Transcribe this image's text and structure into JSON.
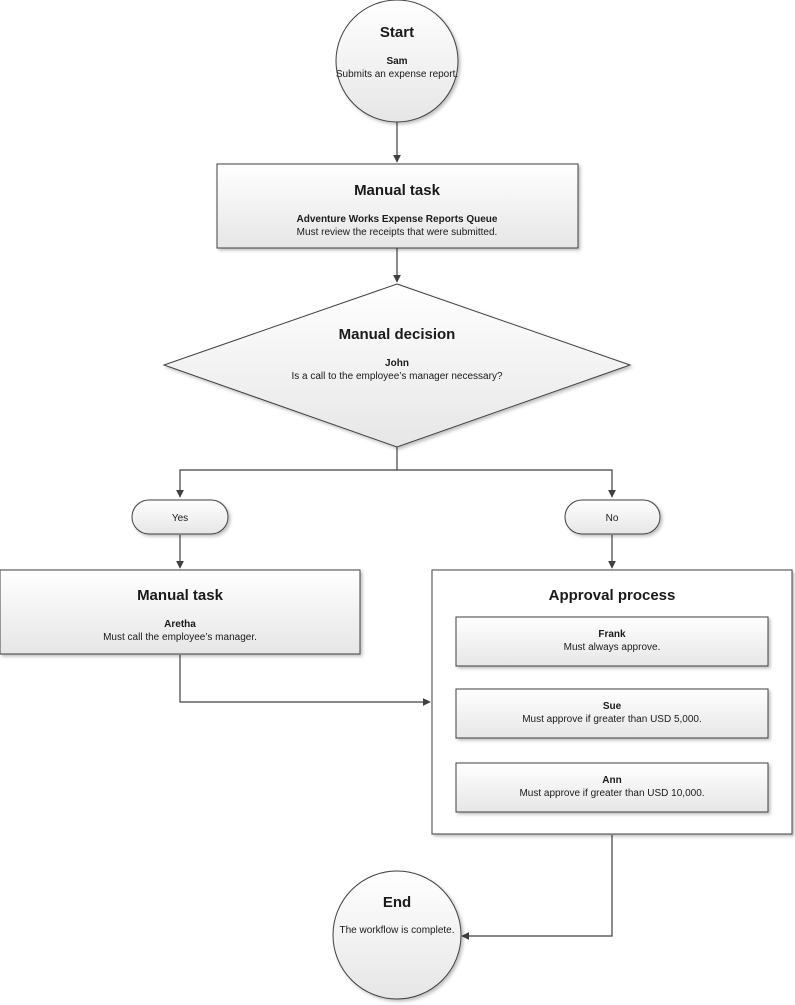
{
  "start": {
    "title": "Start",
    "who": "Sam",
    "desc": "Submits an expense report."
  },
  "task1": {
    "title": "Manual task",
    "who": "Adventure Works Expense Reports Queue",
    "desc": "Must review the receipts that were submitted."
  },
  "decision": {
    "title": "Manual decision",
    "who": "John",
    "desc": "Is a call to the employee’s manager necessary?"
  },
  "branch_yes": {
    "label": "Yes"
  },
  "branch_no": {
    "label": "No"
  },
  "task2": {
    "title": "Manual task",
    "who": "Aretha",
    "desc": "Must call the employee’s manager."
  },
  "approval": {
    "title": "Approval process",
    "steps": [
      {
        "who": "Frank",
        "desc": "Must always approve."
      },
      {
        "who": "Sue",
        "desc": "Must approve if greater than USD 5,000."
      },
      {
        "who": "Ann",
        "desc": "Must approve if greater than USD 10,000."
      }
    ]
  },
  "end": {
    "title": "End",
    "desc": "The workflow is complete."
  },
  "colors": {
    "stroke": "#404040",
    "fill_top": "#ffffff",
    "fill_bottom": "#e8e8e8",
    "text": "#1a1a1a"
  }
}
